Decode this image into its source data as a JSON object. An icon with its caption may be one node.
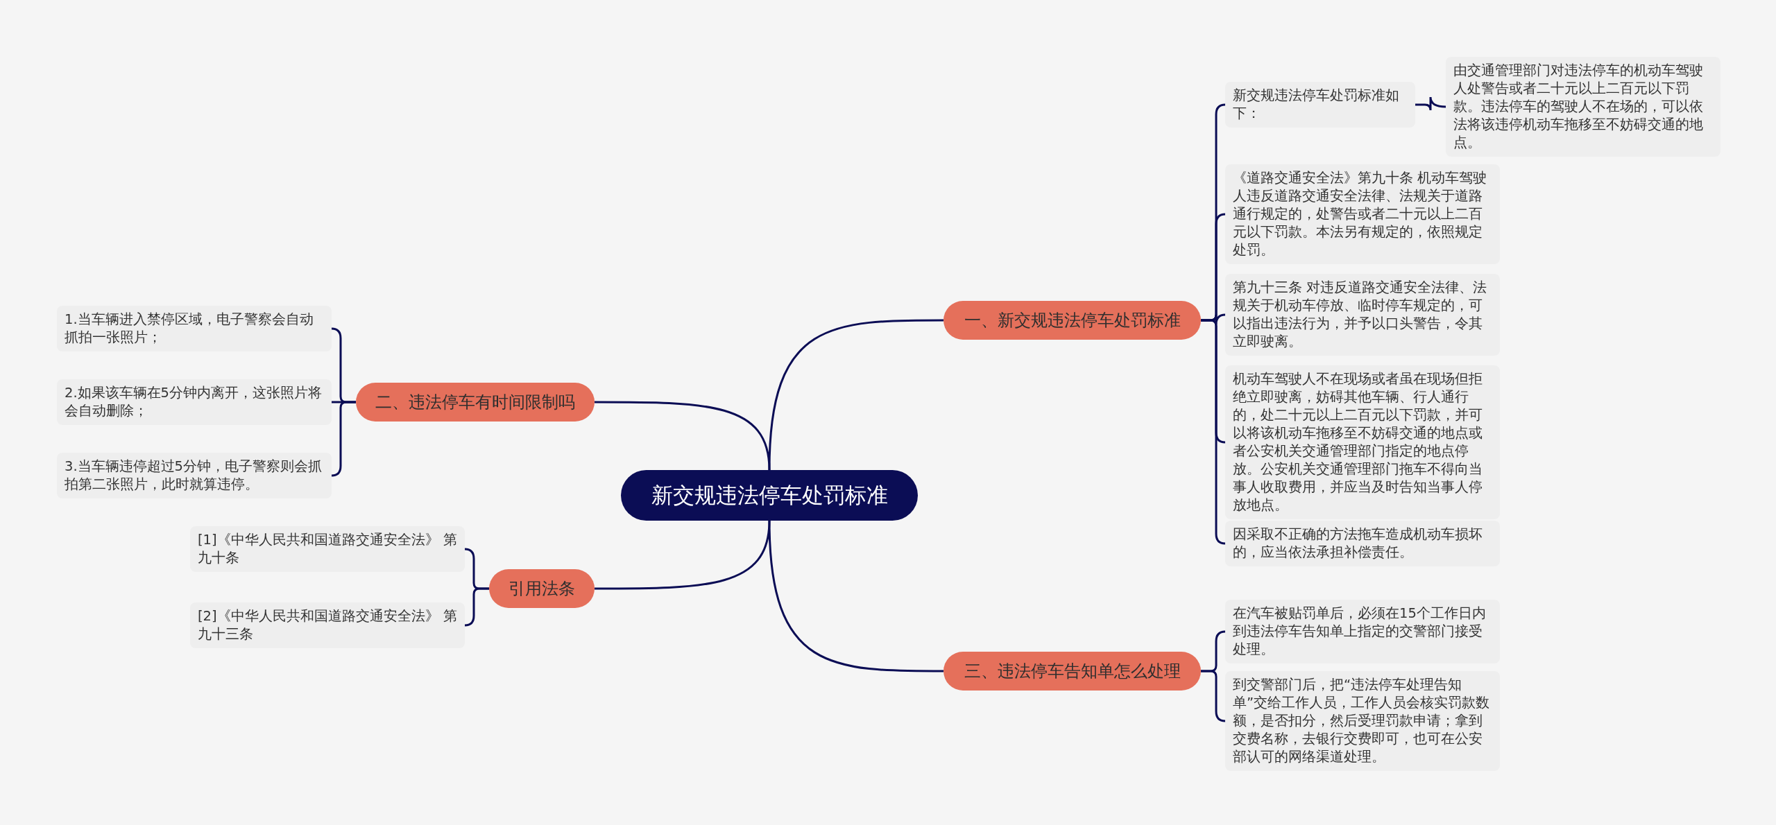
{
  "diagram": {
    "nodes": [
      {
        "text": [
          "新交规违法停车处罚标准"
        ]
      },
      {
        "text": [
          "一、新交规违法停车处罚标准"
        ]
      },
      {
        "text": [
          "新交规违法停车处罚标准如下："
        ]
      },
      {
        "text": [
          "由交通管理部门对违法停车的机动车驾驶人处警告或者二十元以上二百元以下罚款。违法停车的驾驶人不在场的，可以依法将该违停机动车拖移至不妨碍交通的地点。"
        ]
      },
      {
        "text": [
          "《道路交通安全法》第九十条 机动车驾驶人违反道路交通安全法律、法规关于道路通行规定的，处警告或者二十元以上二百元以下罚款。本法另有规定的，依照规定处罚。"
        ]
      },
      {
        "text": [
          "第九十三条 对违反道路交通安全法律、法规关于机动车停放、临时停车规定的，可以指出违法行为，并予以口头警告，令其立即驶离。"
        ]
      },
      {
        "text": [
          "机动车驾驶人不在现场或者虽在现场但拒绝立即驶离，妨碍其他车辆、行人通行的，处二十元以上二百元以下罚款，并可以将该机动车拖移至不妨碍交通的地点或者公安机关交通管理部门指定的地点停放。公安机关交通管理部门拖车不得向当事人收取费用，并应当及时告知当事人停放地点。"
        ]
      },
      {
        "text": [
          "因采取不正确的方法拖车造成机动车损坏的，应当依法承担补偿责任。"
        ]
      },
      {
        "text": [
          "三、违法停车告知单怎么处理"
        ]
      },
      {
        "text": [
          "在汽车被贴罚单后，必须在15个工作日内到违法停车告知单上指定的交警部门接受处理。"
        ]
      },
      {
        "text": [
          "到交警部门后，把“违法停车处理告知单”交给工作人员，工作人员会核实罚款数额，是否扣分，然后受理罚款申请；拿到交费名称，去银行交费即可，也可在公安部认可的网络渠道处理。"
        ]
      },
      {
        "text": [
          "二、违法停车有时间限制吗"
        ]
      },
      {
        "text": [
          "1.当车辆进入禁停区域，电子警察会自动抓拍一张照片；"
        ]
      },
      {
        "text": [
          "2.如果该车辆在5分钟内离开，这张照片将会自动删除；"
        ]
      },
      {
        "text": [
          "3.当车辆违停超过5分钟，电子警察则会抓拍第二张照片，此时就算违停。"
        ]
      },
      {
        "text": [
          "引用法条"
        ]
      },
      {
        "text": [
          "[1]《中华人民共和国道路交通安全法》 第九十条"
        ]
      },
      {
        "text": [
          "[2]《中华人民共和国道路交通安全法》 第九十三条"
        ]
      }
    ],
    "edges": [
      {
        "from": 0,
        "to": 1,
        "arrow": "none"
      },
      {
        "from": 1,
        "to": 2,
        "arrow": "none"
      },
      {
        "from": 2,
        "to": 3,
        "arrow": "none"
      },
      {
        "from": 1,
        "to": 4,
        "arrow": "none"
      },
      {
        "from": 1,
        "to": 5,
        "arrow": "none"
      },
      {
        "from": 1,
        "to": 6,
        "arrow": "none"
      },
      {
        "from": 1,
        "to": 7,
        "arrow": "none"
      },
      {
        "from": 0,
        "to": 8,
        "arrow": "none"
      },
      {
        "from": 8,
        "to": 9,
        "arrow": "none"
      },
      {
        "from": 8,
        "to": 10,
        "arrow": "none"
      },
      {
        "from": 0,
        "to": 11,
        "arrow": "none"
      },
      {
        "from": 11,
        "to": 12,
        "arrow": "none"
      },
      {
        "from": 11,
        "to": 13,
        "arrow": "none"
      },
      {
        "from": 11,
        "to": 14,
        "arrow": "none"
      },
      {
        "from": 0,
        "to": 15,
        "arrow": "none"
      },
      {
        "from": 15,
        "to": 16,
        "arrow": "none"
      },
      {
        "from": 15,
        "to": 17,
        "arrow": "none"
      }
    ]
  }
}
